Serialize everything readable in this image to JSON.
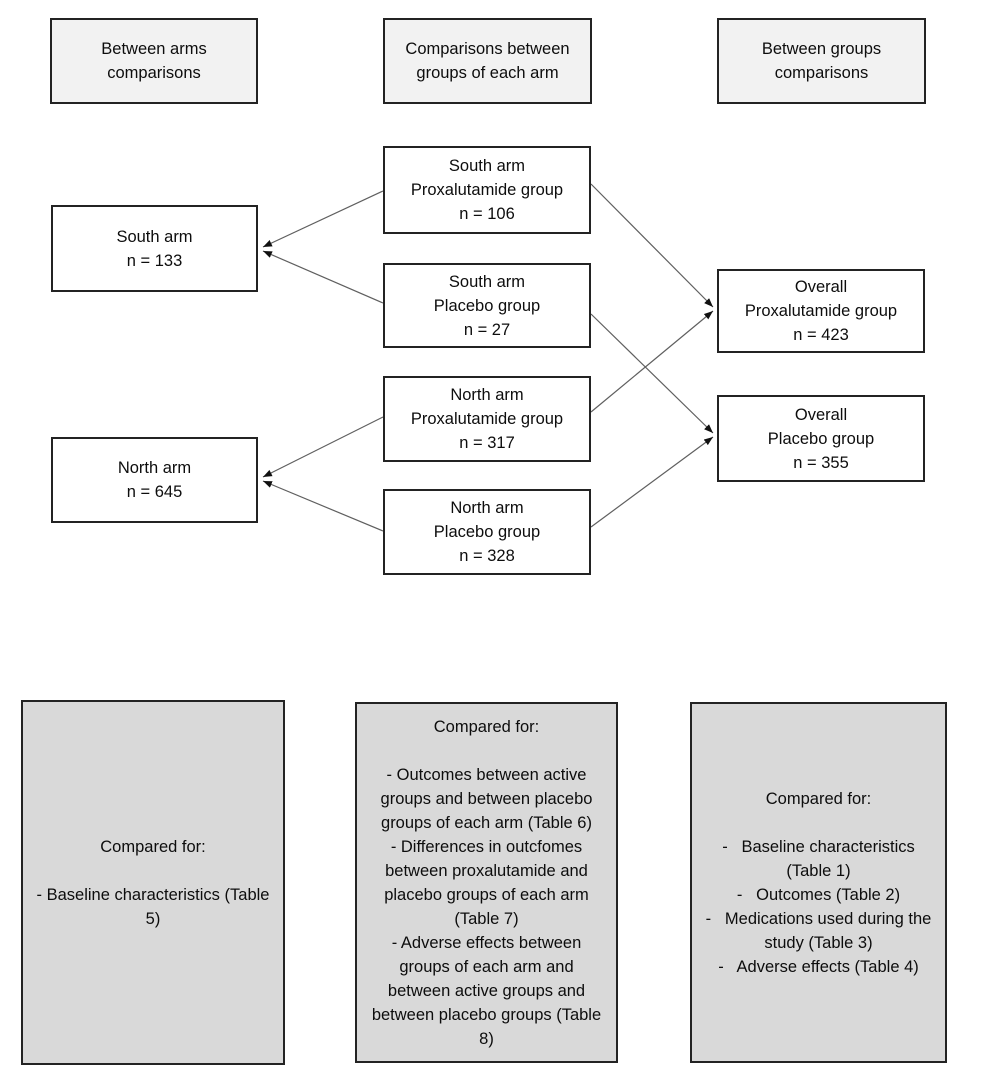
{
  "colors": {
    "header_fill": "#f2f2f2",
    "compare_fill": "#d9d9d9",
    "node_fill": "#ffffff",
    "border": "#232323",
    "connector": "#5f5f5f",
    "arrowhead": "#111111"
  },
  "headers": [
    {
      "label": "Between arms\ncomparisons"
    },
    {
      "label": "Comparisons between\ngroups of each arm"
    },
    {
      "label": "Between groups\ncomparisons"
    }
  ],
  "nodes": {
    "south_arm": {
      "label": "South arm\nn = 133"
    },
    "north_arm": {
      "label": "North arm\nn = 645"
    },
    "south_prox": {
      "label": "South arm\nProxalutamide group\nn = 106"
    },
    "south_placebo": {
      "label": "South arm\nPlacebo group\nn = 27"
    },
    "north_prox": {
      "label": "North arm\nProxalutamide group\nn = 317"
    },
    "north_placebo": {
      "label": "North arm\nPlacebo group\nn = 328"
    },
    "overall_prox": {
      "label": "Overall\nProxalutamide group\nn = 423"
    },
    "overall_placebo": {
      "label": "Overall\nPlacebo group\nn = 355"
    }
  },
  "compare_boxes": {
    "left": {
      "title": "Compared for:",
      "items": [
        "- Baseline characteristics (Table 5)"
      ]
    },
    "middle": {
      "title": "Compared for:",
      "items": [
        "- Outcomes between active groups and between placebo groups of each arm (Table 6)",
        "- Differences in outcfomes between proxalutamide and placebo groups of each arm (Table 7)",
        "- Adverse effects between groups of each arm and between active groups and between placebo groups (Table 8)"
      ]
    },
    "right": {
      "title": "Compared for:",
      "items": [
        "-   Baseline characteristics (Table 1)",
        "-   Outcomes (Table 2)",
        "-   Medications used during the study (Table 3)",
        "-   Adverse effects (Table 4)"
      ]
    }
  }
}
